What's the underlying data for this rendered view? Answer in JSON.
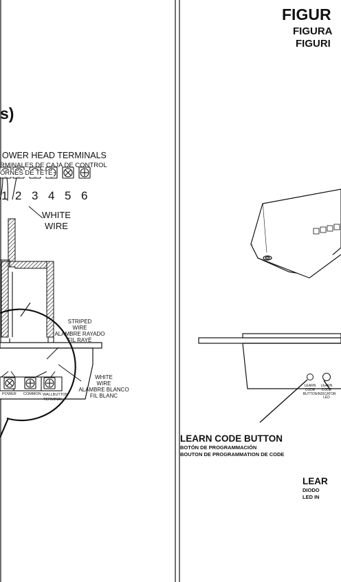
{
  "left_panel": {
    "heading_fragment": "s)",
    "terminals_heading": [
      "OWER HEAD TERMINALS",
      "RMINALES DE CAJA DE CONTROL",
      "ORNES DE TÊTE"
    ],
    "terminal_numbers": [
      "1",
      "2",
      "3",
      "4",
      "5",
      "6"
    ],
    "white_wire_top": [
      "WHITE",
      "WIRE"
    ],
    "striped_wire": [
      "STRIPED",
      "WIRE",
      "ALAMBRE RAYADO",
      "FIL RAYÉ"
    ],
    "white_wire_bottom": [
      "WHITE",
      "WIRE",
      "ALAMBRE BLANCO",
      "FIL BLANC"
    ],
    "terminal_labels": [
      "POWER",
      "COMMON",
      "WALLBUTTON TERMINAL"
    ]
  },
  "right_panel": {
    "figure_title": [
      "FIGUR",
      "FIGURA",
      "FIGURI"
    ],
    "small_labels": {
      "learn_code_button": "LEARN CODE BUTTON",
      "learn_code_indicator_led": "LEARN CODE INDICATOR LED"
    },
    "learn_code_button": {
      "title": "LEARN CODE BUTTON",
      "es": "BOTÓN DE PROGRAMMACIÓN",
      "fr": "BOUTON DE PROGRAMMATION DE CODE"
    },
    "learn_code_led": {
      "title": "LEAR",
      "es": "DIODO",
      "fr": "LED IN"
    }
  }
}
